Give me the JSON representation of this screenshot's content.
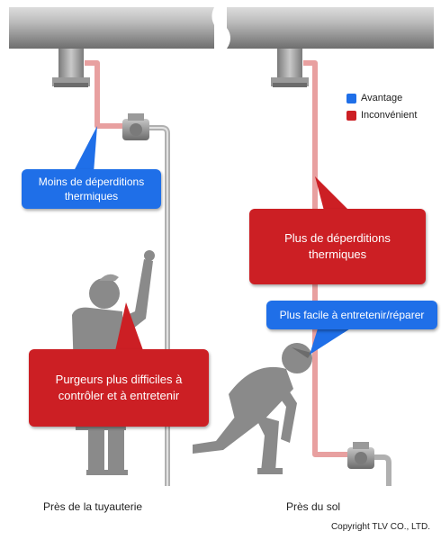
{
  "legend": {
    "advantage_label": "Avantage",
    "disadvantage_label": "Inconvénient",
    "advantage_color": "#1f6fe8",
    "disadvantage_color": "#cc1f24"
  },
  "left_scenario": {
    "advantage_text": "Moins de déperditions thermiques",
    "disadvantage_text": "Purgeurs plus difficiles à contrôler et à entretenir",
    "caption": "Près de la tuyauterie"
  },
  "right_scenario": {
    "advantage_text": "Plus facile à entretenir/réparer",
    "disadvantage_text": "Plus de déperditions thermiques",
    "caption": "Près du sol"
  },
  "copyright": "Copyright TLV CO., LTD.",
  "colors": {
    "pipe_gray": "#a8a8a8",
    "hot_line_pink": "#e8a0a0",
    "person_gray": "#8a8a8a"
  }
}
